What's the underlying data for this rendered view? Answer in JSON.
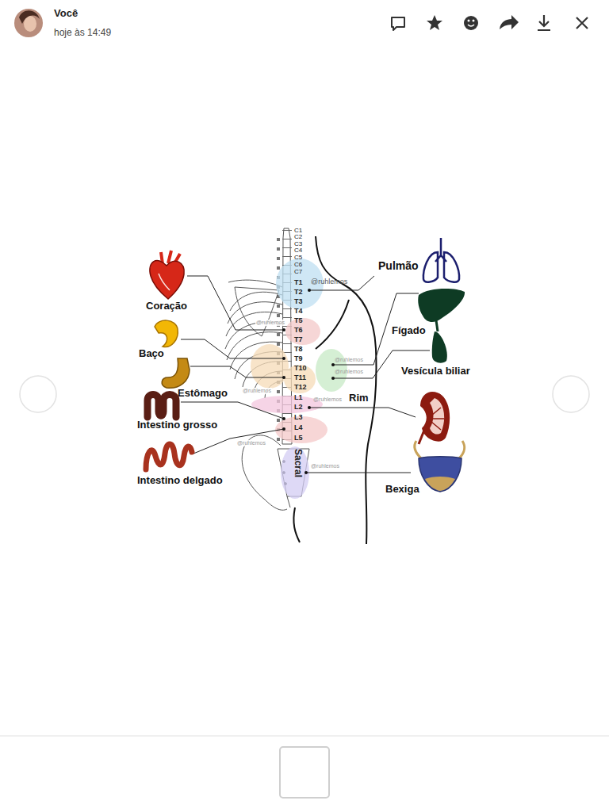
{
  "diagram": {
    "labels": [
      "Você",
      "hoje às 14:49",
      "C1",
      "C2",
      "C3",
      "C4",
      "C5",
      "C6",
      "C7",
      "T1",
      "T2",
      "T3",
      "T4",
      "T5",
      "T6",
      "T7",
      "T8",
      "T9",
      "T10",
      "T11",
      "T12",
      "L1",
      "L2",
      "L3",
      "L4",
      "L5",
      "Sacral",
      "@ruhlemos",
      "Coração",
      "Baço",
      "Estômago",
      "Intestino grosso",
      "Intestino delgado",
      "Pulmão",
      "Fígado",
      "Vesícula biliar",
      "Rim",
      "Bexiga",
      "@ruhlemos",
      "@ruhlemos",
      "@ruhlemos",
      "@ruhlemos",
      "@ruhlemos",
      "@ruhlemos",
      "@ruhlemos"
    ]
  }
}
